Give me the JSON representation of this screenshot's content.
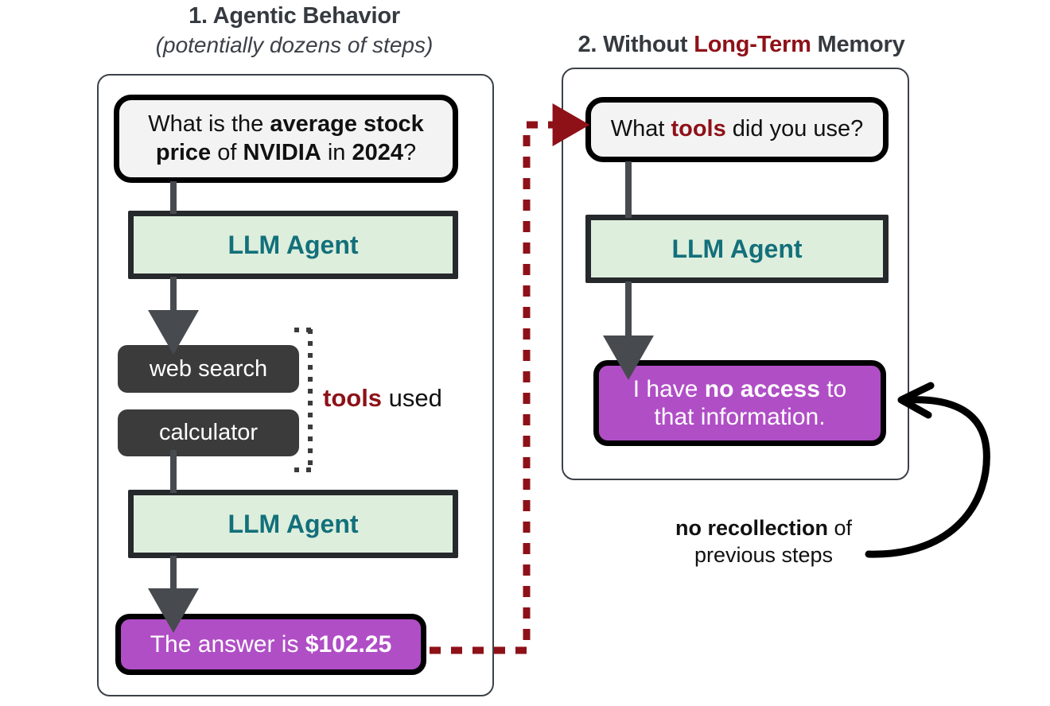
{
  "panels": [
    {
      "id": "agentic-behavior",
      "heading_main": "1.  Agentic Behavior",
      "heading_sub": "(potentially dozens of steps)"
    },
    {
      "id": "without-long-term-memory",
      "heading_prefix": "2. Without ",
      "heading_highlight": "Long-Term",
      "heading_suffix": " Memory"
    }
  ],
  "left_flow": {
    "question": {
      "line1_plain": "What is the ",
      "line1_bold": "average stock",
      "line2_bold_a": "price",
      "line2_plain_a": " of ",
      "line2_bold_b": "NVIDIA",
      "line2_plain_b": " in ",
      "line2_bold_c": "2024",
      "line2_plain_c": "?"
    },
    "agent_label_1": "LLM Agent",
    "tools": [
      {
        "name": "web search"
      },
      {
        "name": "calculator"
      }
    ],
    "tools_label_highlight": "tools",
    "tools_label_rest": " used",
    "agent_label_2": "LLM Agent",
    "answer": {
      "plain": "The answer is ",
      "bold": "$102.25"
    }
  },
  "right_flow": {
    "question": {
      "plain_pre": "What ",
      "highlight": "tools",
      "plain_post": " did you use?"
    },
    "agent_label": "LLM Agent",
    "answer": {
      "line1_plain_pre": "I have ",
      "line1_bold": "no access",
      "line1_plain_post": " to",
      "line2": "that information."
    }
  },
  "annotation": {
    "bold": "no recollection",
    "plain": " of",
    "line2": "previous steps"
  },
  "colors": {
    "accent_red": "#8e1118",
    "agent_fill": "#ddeedd",
    "agent_text": "#13707a",
    "answer_purple": "#b04ec6",
    "chip_dark": "#3b3b3b",
    "arrow_gray": "#474b4f",
    "heading_dark": "#353a40"
  }
}
